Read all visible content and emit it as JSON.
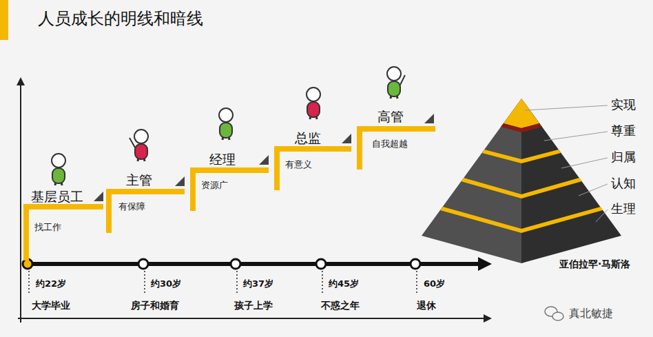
{
  "diagram": {
    "title": "人员成长的明线和暗线",
    "labels": [
      "基层员工",
      "找工作",
      "主管",
      "有保障",
      "经理",
      "资源广",
      "总监",
      "有意义",
      "高管",
      "自我超越",
      "约22岁",
      "大学毕业",
      "约30岁",
      "房子和婚育",
      "约37岁",
      "孩子上学",
      "约45岁",
      "不惑之年",
      "60岁",
      "退休",
      "实现",
      "尊重",
      "归属",
      "认知",
      "生理",
      "亚伯拉罕·马斯洛",
      "真北敏捷"
    ]
  }
}
